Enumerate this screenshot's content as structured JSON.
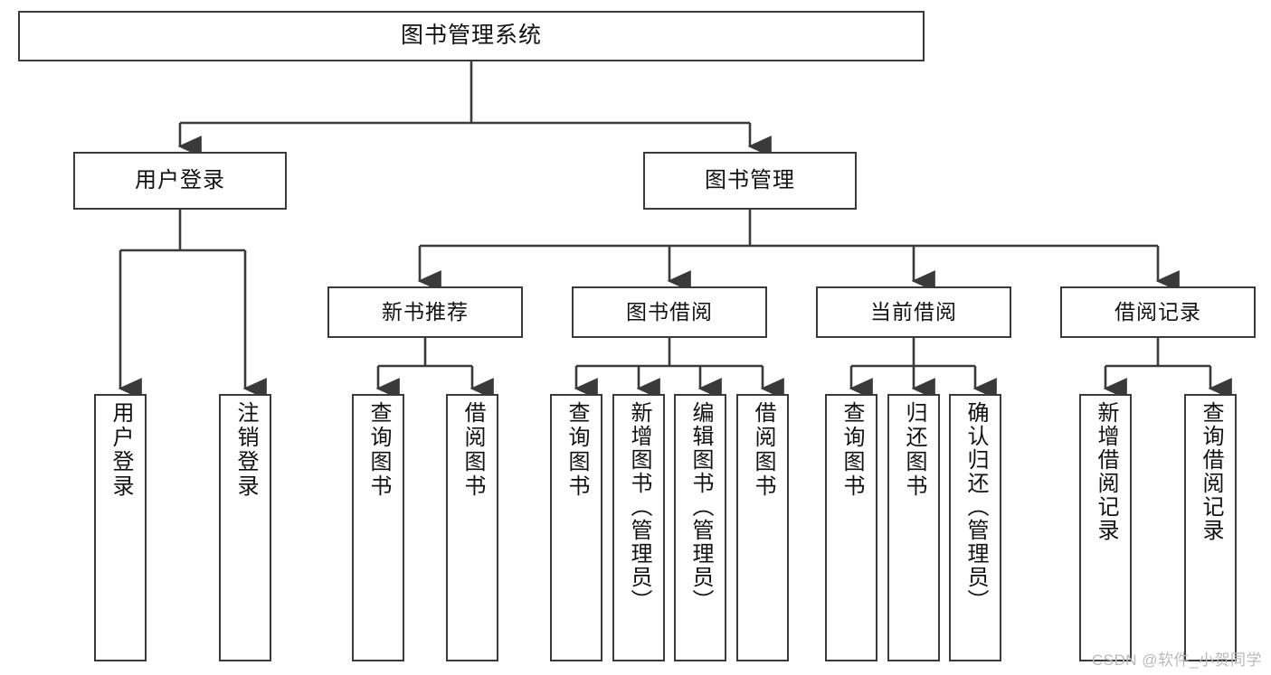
{
  "diagram": {
    "title": "图书管理系统",
    "type": "tree-hierarchy-chart",
    "stroke_color": "#3a3a3a",
    "fill_color": "#ffffff",
    "text_color": "#111111",
    "root": {
      "id": "root",
      "label": "图书管理系统"
    },
    "level1": [
      {
        "id": "user-login",
        "label": "用户登录"
      },
      {
        "id": "book-manage",
        "label": "图书管理"
      }
    ],
    "level2": [
      {
        "id": "new-book-rec",
        "label": "新书推荐"
      },
      {
        "id": "book-borrow",
        "label": "图书借阅"
      },
      {
        "id": "current-borrow",
        "label": "当前借阅"
      },
      {
        "id": "borrow-record",
        "label": "借阅记录"
      }
    ],
    "leaves": [
      {
        "id": "leaf-user-login",
        "label": "用户登录",
        "parent": "user-login"
      },
      {
        "id": "leaf-user-logout",
        "label": "注销登录",
        "parent": "user-login"
      },
      {
        "id": "leaf-query-book-1",
        "label": "查询图书",
        "parent": "new-book-rec"
      },
      {
        "id": "leaf-borrow-book-1",
        "label": "借阅图书",
        "parent": "new-book-rec"
      },
      {
        "id": "leaf-query-book-2",
        "label": "查询图书",
        "parent": "book-borrow"
      },
      {
        "id": "leaf-add-book",
        "label": "新增图书（管理员）",
        "parent": "book-borrow"
      },
      {
        "id": "leaf-edit-book",
        "label": "编辑图书（管理员）",
        "parent": "book-borrow"
      },
      {
        "id": "leaf-borrow-book-2",
        "label": "借阅图书",
        "parent": "book-borrow"
      },
      {
        "id": "leaf-query-book-3",
        "label": "查询图书",
        "parent": "current-borrow"
      },
      {
        "id": "leaf-return-book",
        "label": "归还图书",
        "parent": "current-borrow"
      },
      {
        "id": "leaf-confirm-return",
        "label": "确认归还（管理员）",
        "parent": "current-borrow"
      },
      {
        "id": "leaf-add-record",
        "label": "新增借阅记录",
        "parent": "borrow-record"
      },
      {
        "id": "leaf-query-record",
        "label": "查询借阅记录",
        "parent": "borrow-record"
      }
    ]
  },
  "watermark": {
    "text": "CSDN @软件_小贺同学"
  }
}
